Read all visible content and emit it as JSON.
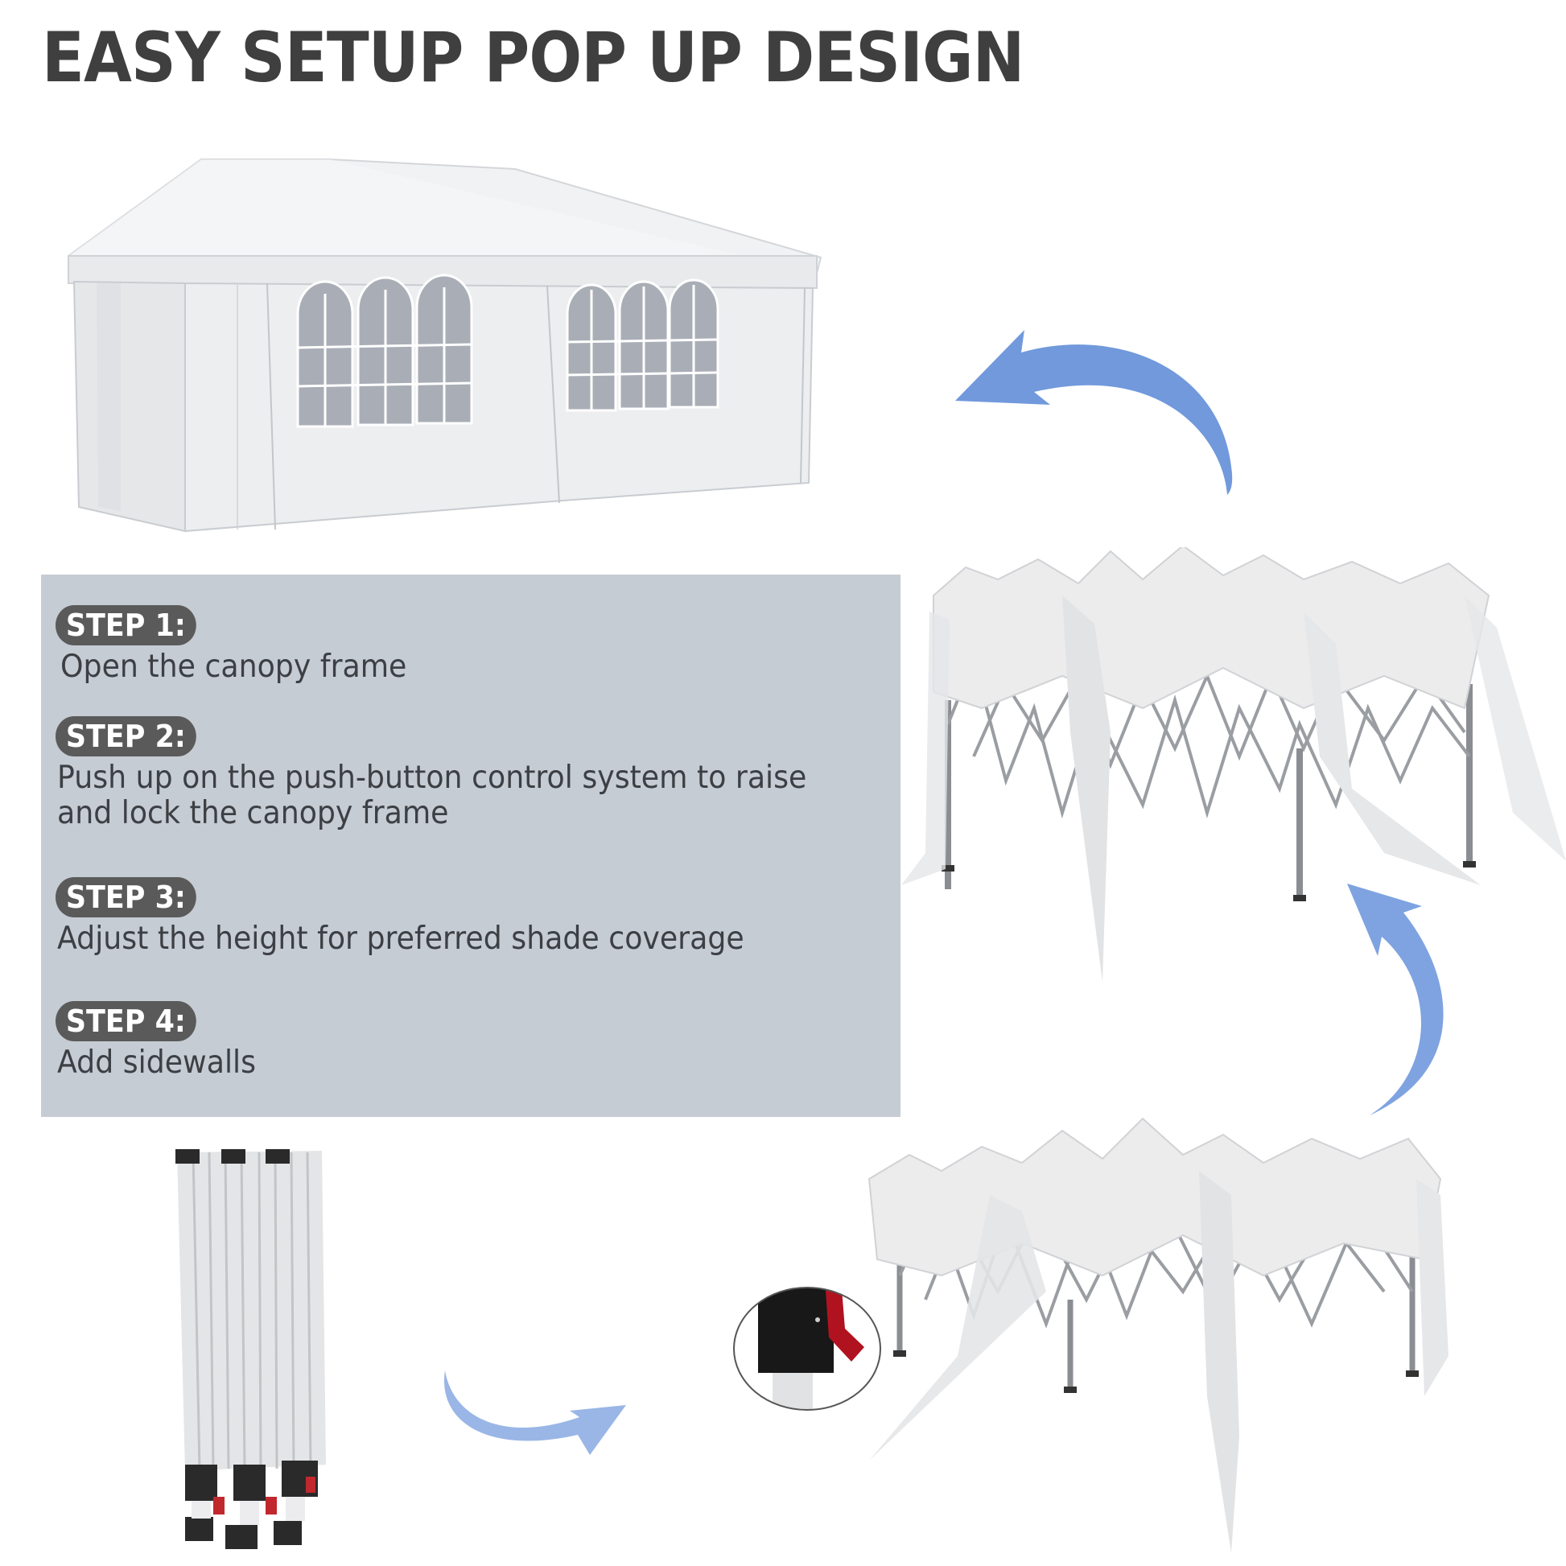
{
  "header": {
    "title": "EASY SETUP POP UP DESIGN"
  },
  "steps": [
    {
      "label": "STEP 1:",
      "text_lines": [
        "Open the canopy frame"
      ]
    },
    {
      "label": "STEP 2:",
      "text_lines": [
        "Push up on the push-button control system to raise",
        "and lock the canopy frame"
      ]
    },
    {
      "label": "STEP 3:",
      "text_lines": [
        "Adjust the height for preferred shade coverage"
      ]
    },
    {
      "label": "STEP 4:",
      "text_lines": [
        "Add sidewalls"
      ]
    }
  ],
  "illustrations": {
    "assembled_tent": "white gazebo tent with sidewalls and arched windows",
    "canopy_raised": "pop up canopy frame partially raised with fabric",
    "canopy_opened": "pop up canopy frame opened at low height",
    "folded_frame": "folded canopy frame standing upright",
    "button_detail": "push-button lock detail with red lever"
  },
  "icons": {
    "arrow_1": "curved-arrow-left",
    "arrow_2": "curved-arrow-up",
    "arrow_3": "curved-arrow-right"
  },
  "colors": {
    "title": "#3f3f3f",
    "panel_bg": "#c6ccd3",
    "badge_bg": "#5a5a5a",
    "badge_text": "#ffffff",
    "step_text": "#3c3f44",
    "arrow_blue": "#7199dc",
    "arrow_blue_light": "#9ab6e6",
    "lever_red": "#b0131f"
  }
}
